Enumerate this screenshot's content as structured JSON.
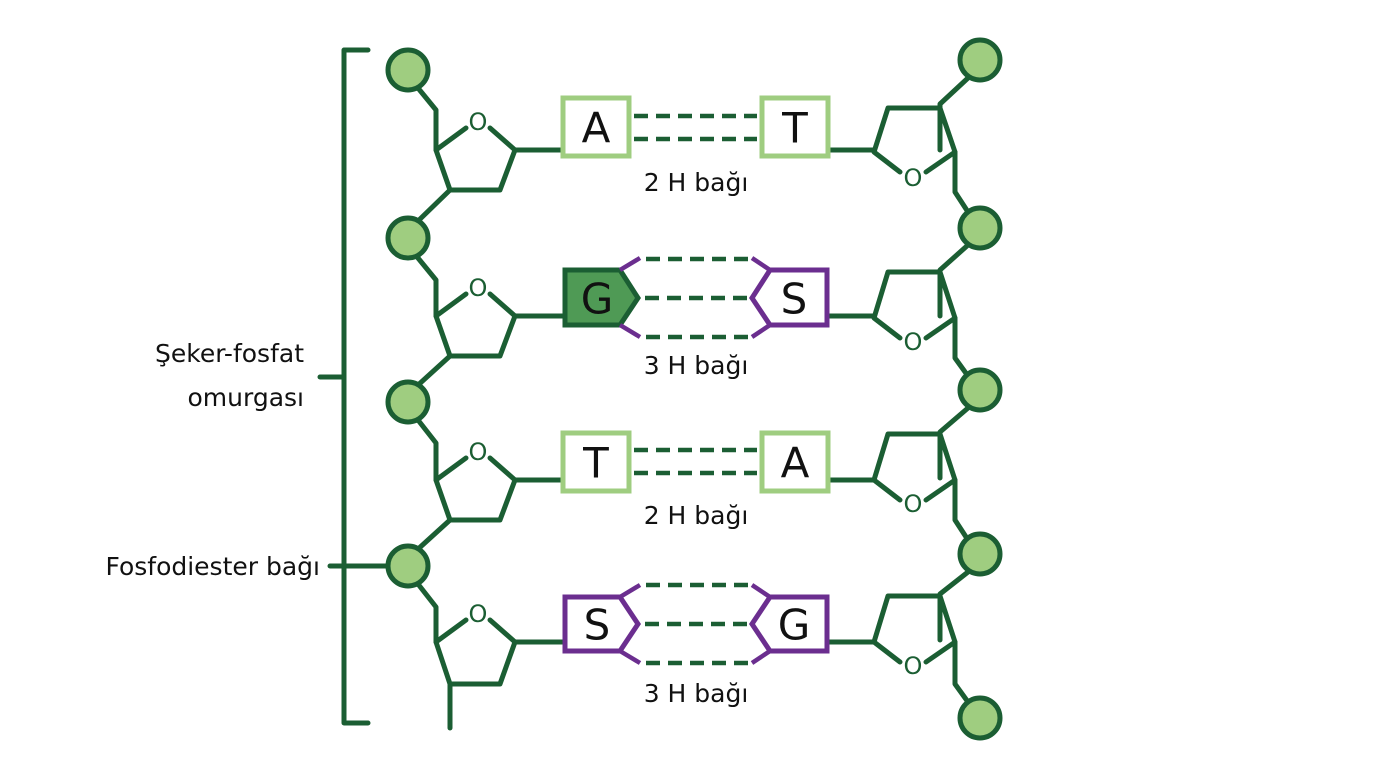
{
  "labels": {
    "backbone_line1": "Şeker-fosfat",
    "backbone_line2": "omurgası",
    "phosphodiester": "Fosfodiester bağı",
    "ring_atom": "O"
  },
  "colors": {
    "backbone": "#1b5e33",
    "phosphate_fill": "#9fcd80",
    "purine_at": "#9fcd80",
    "guanine_fill": "#4f9a55",
    "purple": "#6b2e8f"
  },
  "pairs": [
    {
      "left": "A",
      "right": "T",
      "bond_label": "2 H bağı"
    },
    {
      "left": "G",
      "right": "S",
      "bond_label": "3 H bağı"
    },
    {
      "left": "T",
      "right": "A",
      "bond_label": "2 H bağı"
    },
    {
      "left": "S",
      "right": "G",
      "bond_label": "3 H bağı"
    }
  ]
}
